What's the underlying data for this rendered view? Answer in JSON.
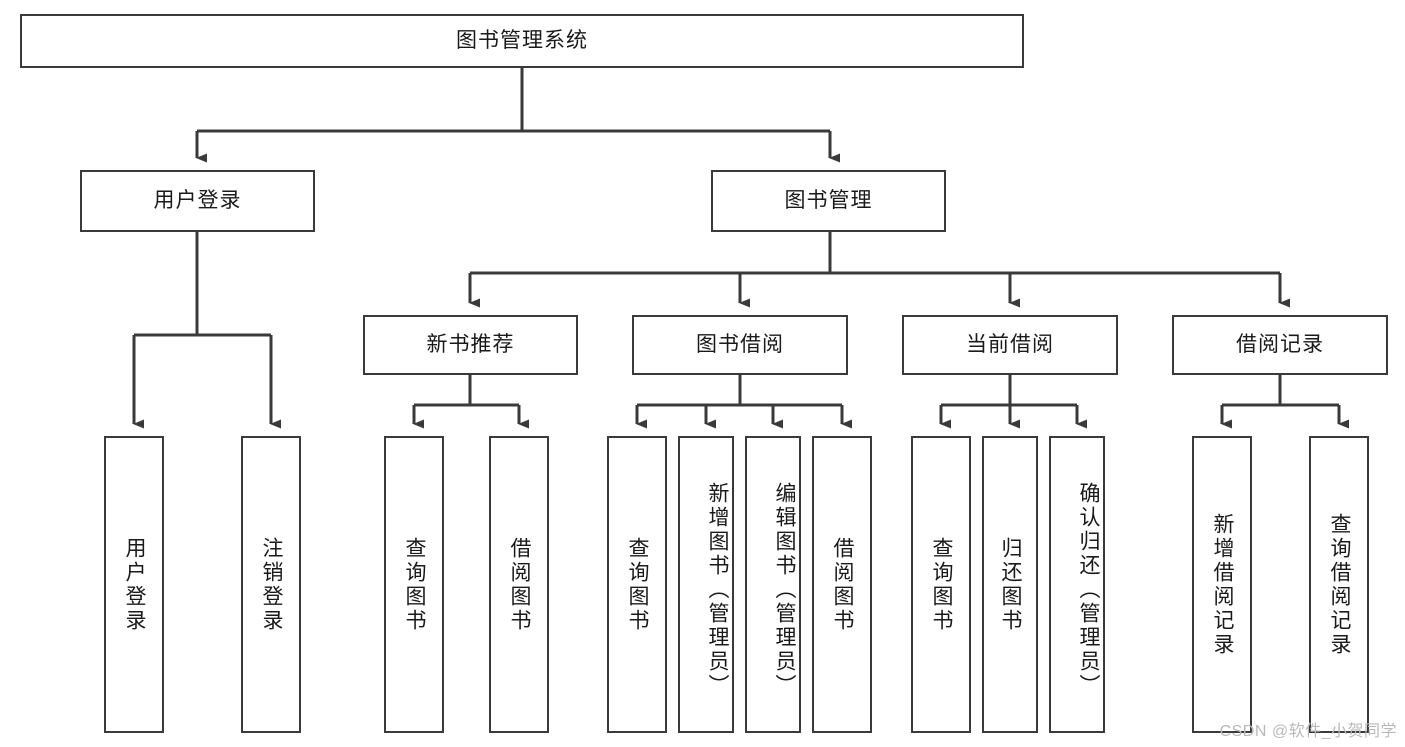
{
  "diagram": {
    "title": "图书管理系统",
    "type": "hierarchy-tree",
    "root": {
      "label": "图书管理系统"
    },
    "level2": [
      {
        "id": "user-login",
        "label": "用户登录"
      },
      {
        "id": "book-manage",
        "label": "图书管理"
      }
    ],
    "level3": [
      {
        "id": "new-book-rec",
        "label": "新书推荐",
        "parent": "book-manage"
      },
      {
        "id": "book-borrow",
        "label": "图书借阅",
        "parent": "book-manage"
      },
      {
        "id": "current-borrow",
        "label": "当前借阅",
        "parent": "book-manage"
      },
      {
        "id": "borrow-record",
        "label": "借阅记录",
        "parent": "book-manage"
      }
    ],
    "leaves": [
      {
        "id": "leaf-1",
        "label": "用户登录",
        "parent": "user-login"
      },
      {
        "id": "leaf-2",
        "label": "注销登录",
        "parent": "user-login"
      },
      {
        "id": "leaf-3",
        "label": "查询图书",
        "parent": "new-book-rec"
      },
      {
        "id": "leaf-4",
        "label": "借阅图书",
        "parent": "new-book-rec"
      },
      {
        "id": "leaf-5",
        "label": "查询图书",
        "parent": "book-borrow"
      },
      {
        "id": "leaf-6",
        "label": "新增图书（管理员）",
        "parent": "book-borrow"
      },
      {
        "id": "leaf-7",
        "label": "编辑图书（管理员）",
        "parent": "book-borrow"
      },
      {
        "id": "leaf-8",
        "label": "借阅图书",
        "parent": "book-borrow"
      },
      {
        "id": "leaf-9",
        "label": "查询图书",
        "parent": "current-borrow"
      },
      {
        "id": "leaf-10",
        "label": "归还图书",
        "parent": "current-borrow"
      },
      {
        "id": "leaf-11",
        "label": "确认归还（管理员）",
        "parent": "current-borrow"
      },
      {
        "id": "leaf-12",
        "label": "新增借阅记录",
        "parent": "borrow-record"
      },
      {
        "id": "leaf-13",
        "label": "查询借阅记录",
        "parent": "borrow-record"
      }
    ]
  },
  "watermark": {
    "text": "CSDN @软件_小贺同学"
  },
  "colors": {
    "stroke": "#3a3a3a",
    "fill": "#ffffff",
    "text": "#1a1a1a",
    "watermark": "#b9b9b9"
  }
}
